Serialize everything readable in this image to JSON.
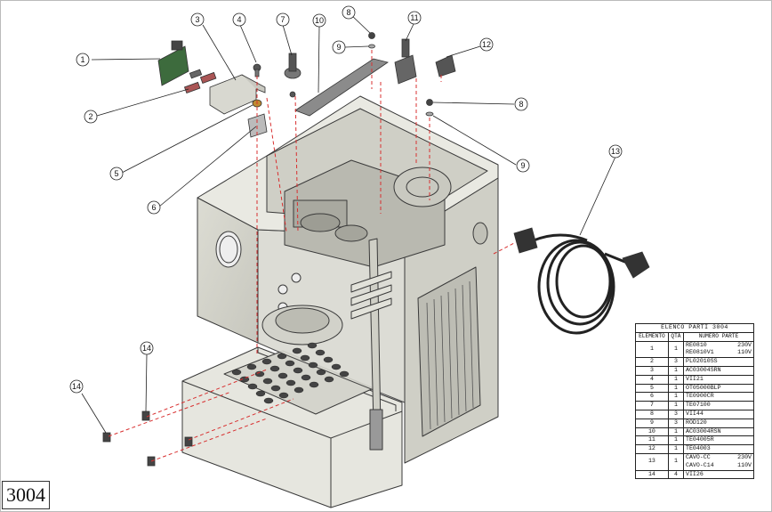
{
  "drawing_number": "3004",
  "callouts": [
    "1",
    "2",
    "3",
    "4",
    "5",
    "6",
    "7",
    "8",
    "9",
    "10",
    "11",
    "12",
    "8",
    "9",
    "13",
    "14",
    "14"
  ],
  "parts_table": {
    "title": "ELENCO PARTI 3004",
    "headers": {
      "item": "ELEMENTO",
      "qty": "QTÀ",
      "part": "NUMERO PARTE"
    },
    "rows": [
      {
        "item": "1",
        "qty": "1",
        "lines": [
          {
            "code": "RE0810",
            "note": "230V"
          },
          {
            "code": "RE0810V1",
            "note": "110V"
          }
        ]
      },
      {
        "item": "2",
        "qty": "3",
        "lines": [
          {
            "code": "PL02010SS",
            "note": ""
          }
        ]
      },
      {
        "item": "3",
        "qty": "1",
        "lines": [
          {
            "code": "AC03004SRN",
            "note": ""
          }
        ]
      },
      {
        "item": "4",
        "qty": "1",
        "lines": [
          {
            "code": "VII21",
            "note": ""
          }
        ]
      },
      {
        "item": "5",
        "qty": "1",
        "lines": [
          {
            "code": "OT05000BLP",
            "note": ""
          }
        ]
      },
      {
        "item": "6",
        "qty": "1",
        "lines": [
          {
            "code": "TE0900CR",
            "note": ""
          }
        ]
      },
      {
        "item": "7",
        "qty": "1",
        "lines": [
          {
            "code": "TE07100",
            "note": ""
          }
        ]
      },
      {
        "item": "8",
        "qty": "3",
        "lines": [
          {
            "code": "VII44",
            "note": ""
          }
        ]
      },
      {
        "item": "9",
        "qty": "3",
        "lines": [
          {
            "code": "ROD120",
            "note": ""
          }
        ]
      },
      {
        "item": "10",
        "qty": "1",
        "lines": [
          {
            "code": "AC03004RSN",
            "note": ""
          }
        ]
      },
      {
        "item": "11",
        "qty": "1",
        "lines": [
          {
            "code": "TE04005R",
            "note": ""
          }
        ]
      },
      {
        "item": "12",
        "qty": "1",
        "lines": [
          {
            "code": "TE04003",
            "note": ""
          }
        ]
      },
      {
        "item": "13",
        "qty": "1",
        "lines": [
          {
            "code": "CAVO-CC",
            "note": "230V"
          },
          {
            "code": "CAVO-C14",
            "note": "110V"
          }
        ]
      },
      {
        "item": "14",
        "qty": "4",
        "lines": [
          {
            "code": "VII26",
            "note": ""
          }
        ]
      }
    ]
  }
}
